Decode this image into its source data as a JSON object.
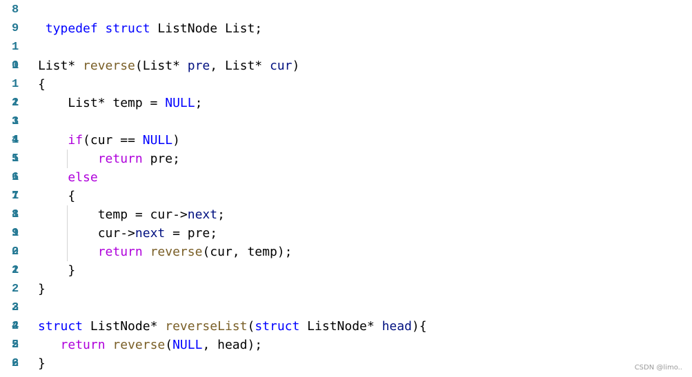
{
  "gutter": [
    [
      "8"
    ],
    [
      "9"
    ],
    [
      "1"
    ],
    [
      "1",
      "0"
    ],
    [
      "1"
    ],
    [
      "2",
      "1"
    ],
    [
      "3",
      "1"
    ],
    [
      "4",
      "1"
    ],
    [
      "5",
      "1"
    ],
    [
      "6",
      "1"
    ],
    [
      "7",
      "1"
    ],
    [
      "8",
      "1"
    ],
    [
      "9",
      "1"
    ],
    [
      "0",
      "2"
    ],
    [
      "2",
      "1"
    ],
    [
      "2"
    ],
    [
      "3",
      "2"
    ],
    [
      "4",
      "2"
    ],
    [
      "5",
      "2"
    ],
    [
      "6",
      "2"
    ]
  ],
  "code": [
    [],
    [
      [
        " ",
        "plain"
      ],
      [
        "typedef",
        "kw"
      ],
      [
        " ",
        "plain"
      ],
      [
        "struct",
        "kw"
      ],
      [
        " ListNode List;",
        "plain"
      ]
    ],
    [],
    [
      [
        "List* ",
        "plain"
      ],
      [
        "reverse",
        "fn"
      ],
      [
        "(List* ",
        "plain"
      ],
      [
        "pre",
        "param"
      ],
      [
        ", List* ",
        "plain"
      ],
      [
        "cur",
        "param"
      ],
      [
        ")",
        "plain"
      ]
    ],
    [
      [
        "{",
        "plain"
      ]
    ],
    [
      [
        "    List* temp = ",
        "plain"
      ],
      [
        "NULL",
        "kw"
      ],
      [
        ";",
        "plain"
      ]
    ],
    [],
    [
      [
        "    ",
        "plain"
      ],
      [
        "if",
        "ctrl"
      ],
      [
        "(cur == ",
        "plain"
      ],
      [
        "NULL",
        "kw"
      ],
      [
        ")",
        "plain"
      ]
    ],
    [
      [
        "        ",
        "plain"
      ],
      [
        "return",
        "ctrl"
      ],
      [
        " pre;",
        "plain"
      ]
    ],
    [
      [
        "    ",
        "plain"
      ],
      [
        "else",
        "ctrl"
      ]
    ],
    [
      [
        "    {",
        "plain"
      ]
    ],
    [
      [
        "        temp = cur->",
        "plain"
      ],
      [
        "next",
        "param"
      ],
      [
        ";",
        "plain"
      ]
    ],
    [
      [
        "        cur->",
        "plain"
      ],
      [
        "next",
        "param"
      ],
      [
        " = pre;",
        "plain"
      ]
    ],
    [
      [
        "        ",
        "plain"
      ],
      [
        "return",
        "ctrl"
      ],
      [
        " ",
        "plain"
      ],
      [
        "reverse",
        "fn"
      ],
      [
        "(cur, temp);",
        "plain"
      ]
    ],
    [
      [
        "    }",
        "plain"
      ]
    ],
    [
      [
        "}",
        "plain"
      ]
    ],
    [],
    [
      [
        "struct",
        "kw"
      ],
      [
        " ListNode* ",
        "plain"
      ],
      [
        "reverseList",
        "fn"
      ],
      [
        "(",
        "plain"
      ],
      [
        "struct",
        "kw"
      ],
      [
        " ListNode* ",
        "plain"
      ],
      [
        "head",
        "param"
      ],
      [
        "){",
        "plain"
      ]
    ],
    [
      [
        "   ",
        "plain"
      ],
      [
        "return",
        "ctrl"
      ],
      [
        " ",
        "plain"
      ],
      [
        "reverse",
        "fn"
      ],
      [
        "(",
        "plain"
      ],
      [
        "NULL",
        "kw"
      ],
      [
        ", head);",
        "plain"
      ]
    ],
    [
      [
        "}",
        "plain"
      ]
    ]
  ],
  "watermark": "CSDN @limo.."
}
